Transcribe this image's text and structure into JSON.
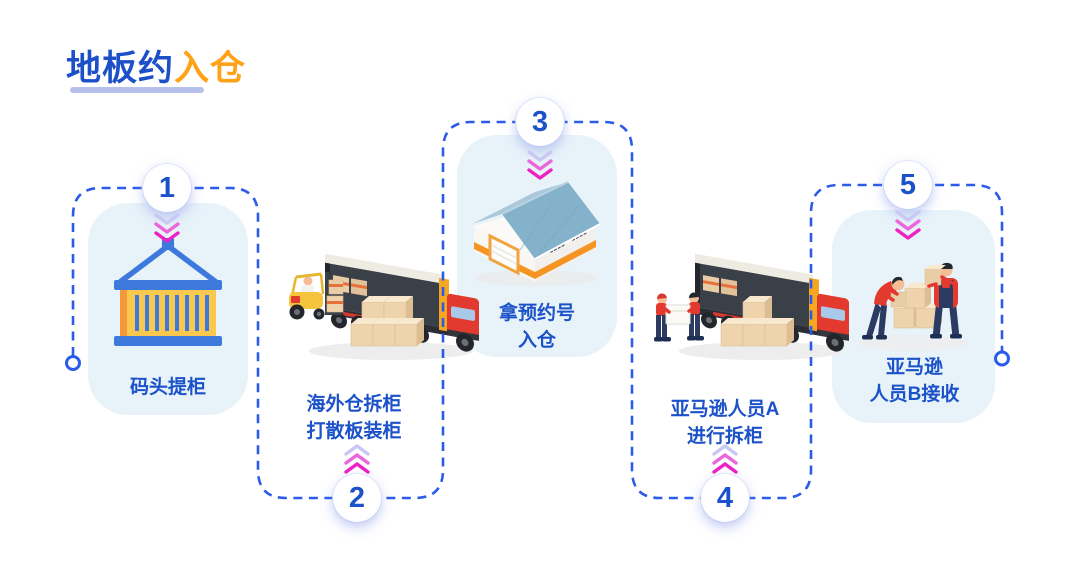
{
  "header": {
    "title_primary": "地板约",
    "title_accent": "入仓"
  },
  "flow": {
    "steps": [
      {
        "number": "1",
        "icon": "cargo-container-icon",
        "lines": [
          "码头提柜"
        ]
      },
      {
        "number": "2",
        "icon": "truck-forklift-loading-icon",
        "lines": [
          "海外仓拆柜",
          "打散板装柜"
        ]
      },
      {
        "number": "3",
        "icon": "warehouse-building-icon",
        "lines": [
          "拿预约号",
          "入仓"
        ]
      },
      {
        "number": "4",
        "icon": "truck-workers-unloading-icon",
        "lines": [
          "亚马逊人员A",
          "进行拆柜"
        ]
      },
      {
        "number": "5",
        "icon": "workers-receiving-boxes-icon",
        "lines": [
          "亚马逊",
          "人员B接收"
        ]
      }
    ]
  },
  "colors": {
    "primary_blue": "#1c52c9",
    "accent_orange": "#ffa217",
    "dash_blue": "#2b5ce9",
    "card_background": "#e7f3f9",
    "chevron_magenta": "#ec22c4",
    "chevron_light": "#c9c8f4",
    "title_underline": "#b5c1ea",
    "container_yellow": "#f8c84f",
    "warehouse_orange": "#f69422"
  }
}
